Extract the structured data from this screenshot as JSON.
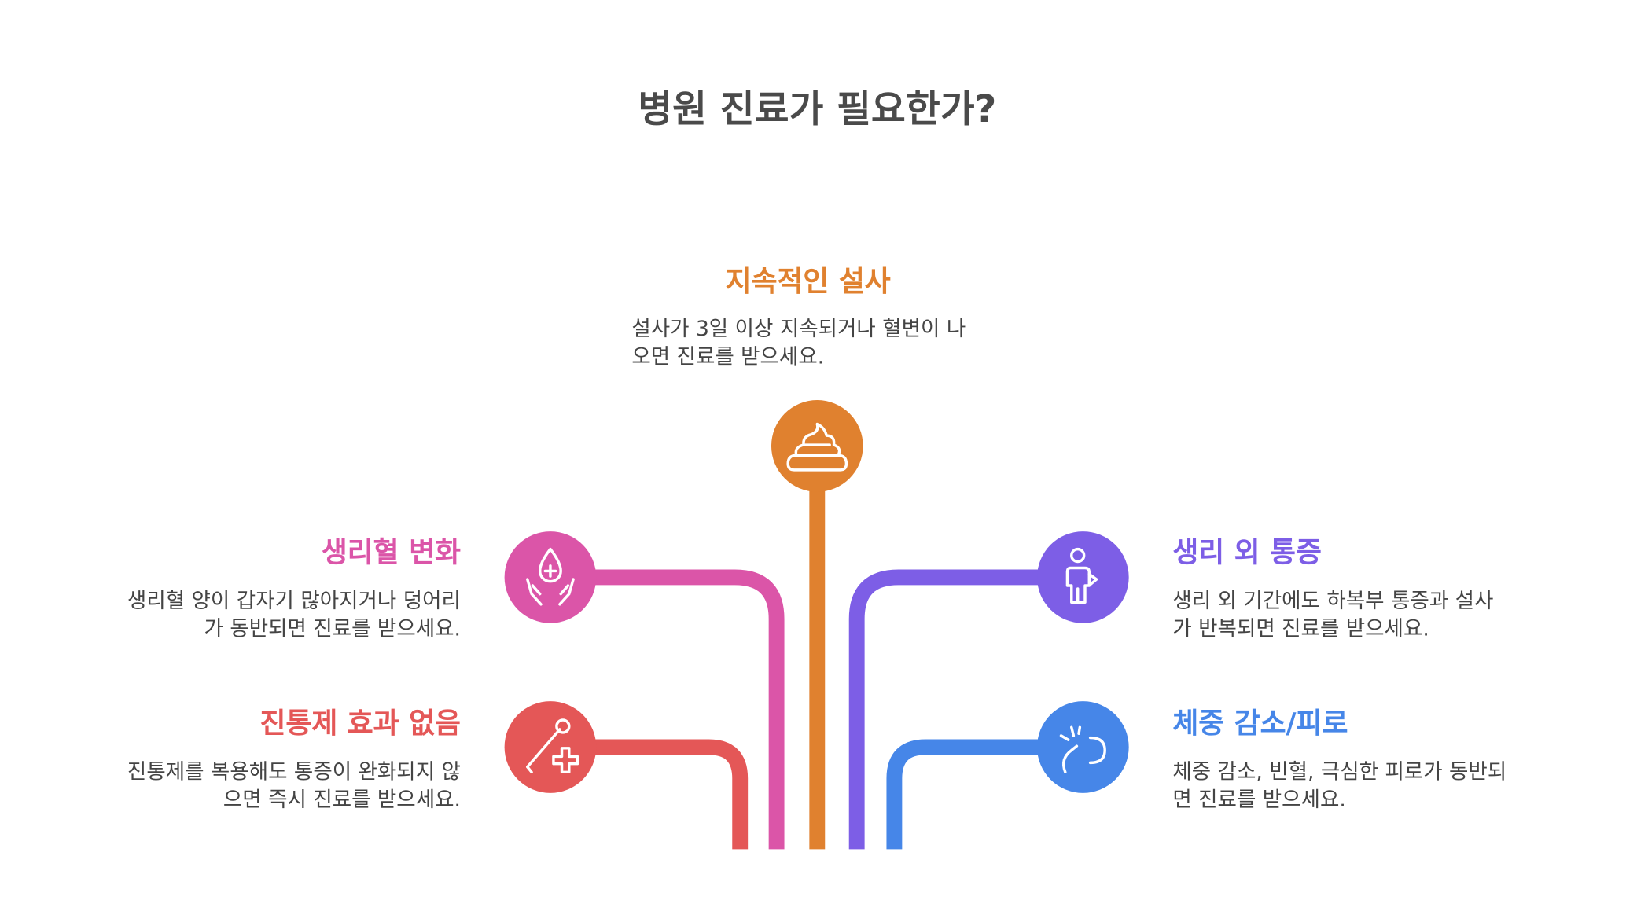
{
  "title": "병원 진료가 필요한가?",
  "colors": {
    "title": "#4a4a4a",
    "text": "#444444",
    "diarrhea": "#e0812f",
    "menstrual": "#db55a8",
    "painkiller": "#e45757",
    "pain": "#7d5ee6",
    "weight": "#4686e8"
  },
  "items": {
    "diarrhea": {
      "heading": "지속적인 설사",
      "desc_line1": "설사가 3일 이상 지속되거나 혈변이 나",
      "desc_line2": "오면 진료를 받으세요.",
      "icon": "poop-icon"
    },
    "menstrual": {
      "heading": "생리혈 변화",
      "desc_line1": "생리혈 양이 갑자기 많아지거나 덩어리",
      "desc_line2": "가 동반되면 진료를 받으세요.",
      "icon": "blood-drop-hands-icon"
    },
    "painkiller": {
      "heading": "진통제 효과 없음",
      "desc_line1": "진통제를 복용해도 통증이 완화되지 않",
      "desc_line2": "으면 즉시 진료를 받으세요.",
      "icon": "thermometer-medical-icon"
    },
    "pain": {
      "heading": "생리 외 통증",
      "desc_line1": "생리 외 기간에도 하복부 통증과 설사",
      "desc_line2": "가 반복되면 진료를 받으세요.",
      "icon": "person-abdominal-pain-icon"
    },
    "weight": {
      "heading": "체중 감소/피로",
      "desc_line1": "체중 감소, 빈혈, 극심한 피로가 동반되",
      "desc_line2": "면 진료를 받으세요.",
      "icon": "fatigue-icon"
    }
  }
}
